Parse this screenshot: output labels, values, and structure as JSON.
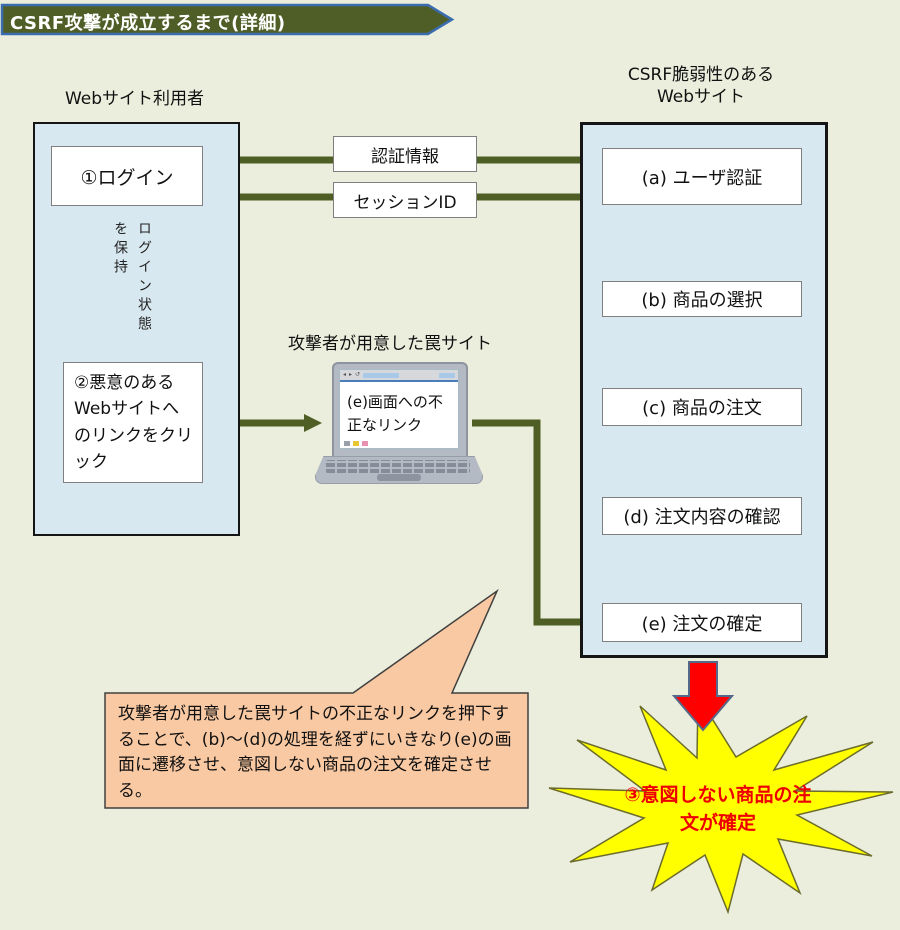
{
  "banner": {
    "title": "CSRF攻撃が成立するまで(詳細)"
  },
  "actors": {
    "user": {
      "label": "Webサイト利用者"
    },
    "site": {
      "label_line1": "CSRF脆弱性のある",
      "label_line2": "Webサイト"
    },
    "trap": {
      "label": "攻撃者が用意した罠サイト"
    }
  },
  "user_flow": {
    "step1": "①ログイン",
    "keep_login": {
      "line1": "ログイン状態",
      "line2": "を保持"
    },
    "step2": "②悪意のあるWebサイトへのリンクをクリック"
  },
  "messages": {
    "auth_info": "認証情報",
    "session_id": "セッションID"
  },
  "trap_site": {
    "screen_text": "(e)画面への不正なリンク"
  },
  "site_flow": {
    "steps": [
      {
        "label": "(a) ユーザ認証"
      },
      {
        "label": "(b) 商品の選択"
      },
      {
        "label": "(c) 商品の注文"
      },
      {
        "label": "(d) 注文内容の確認"
      },
      {
        "label": "(e) 注文の確定"
      }
    ]
  },
  "callout": {
    "text": "攻撃者が用意した罠サイトの不正なリンクを押下することで、(b)〜(d)の処理を経ずにいきなり(e)の画面に遷移させ、意図しない商品の注文を確定させる。"
  },
  "result": {
    "text": "③意図しない商品の注文が確定"
  },
  "colors": {
    "background": "#ebeedd",
    "banner_fill": "#4f5e26",
    "banner_border": "#3a6db0",
    "panel_fill": "#d8e8f0",
    "olive_arrow": "#4e5e24",
    "blue_arrow_fill": "#4f81bd",
    "blue_arrow_border": "#2e5c8a",
    "dashed_arrow_stroke": "#2f62a8",
    "red_arrow_fill": "#fe0000",
    "red_arrow_border": "#55688a",
    "starburst_fill": "#ffff00",
    "starburst_text": "#ee0000",
    "callout_fill": "#f9c9a3"
  }
}
